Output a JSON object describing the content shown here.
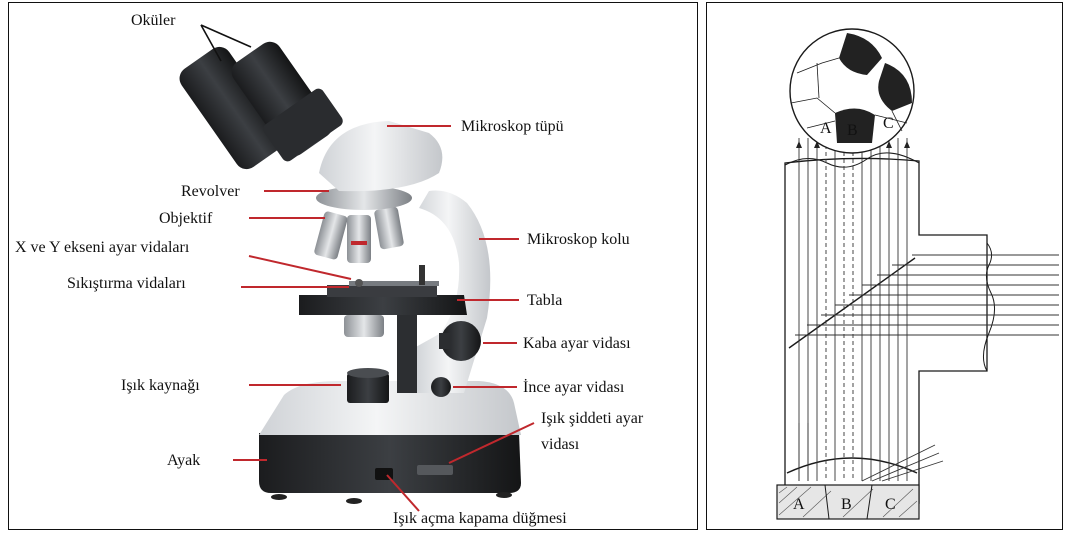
{
  "microscope": {
    "labels": {
      "okuler": "Oküler",
      "tup": "Mikroskop tüpü",
      "revolver": "Revolver",
      "objektif": "Objektif",
      "xy": "X ve Y ekseni ayar vidaları",
      "kol": "Mikroskop kolu",
      "sikistirma": "Sıkıştırma vidaları",
      "tabla": "Tabla",
      "kaba": "Kaba ayar vidası",
      "isik_kaynagi": "Işık kaynağı",
      "ince": "İnce ayar vidası",
      "siddet_1": "Işık şiddeti ayar",
      "siddet_2": "vidası",
      "ayak": "Ayak",
      "dugme": "Işık açma kapama düğmesi"
    }
  },
  "optics": {
    "top_regions": [
      "A",
      "B",
      "C"
    ],
    "bottom_regions": [
      "A",
      "B",
      "C"
    ]
  },
  "colors": {
    "leader_line": "#c0282d",
    "body_white": "#eceef0",
    "body_dark": "#2a2c2f",
    "ink": "#1a1a1a"
  }
}
